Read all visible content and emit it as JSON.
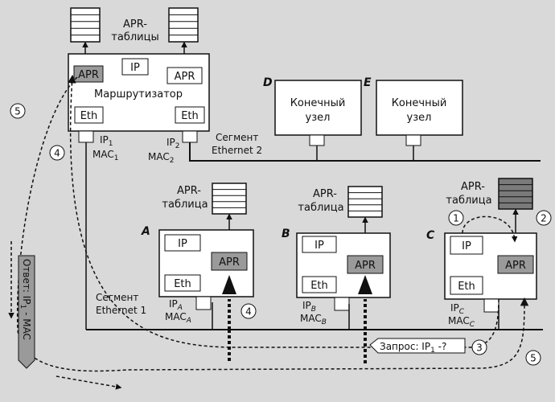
{
  "router": {
    "arp_tables_label_1": "APR-",
    "arp_tables_label_2": "таблицы",
    "arp_left": "APR",
    "arp_right": "APR",
    "ip": "IP",
    "name": "Маршрутизатор",
    "eth_left": "Eth",
    "eth_right": "Eth",
    "port1_ip": "IP",
    "port1_ip_sub": "1",
    "port1_mac": "MAC",
    "port1_mac_sub": "1",
    "port2_ip": "IP",
    "port2_ip_sub": "2",
    "port2_mac": "MAC",
    "port2_mac_sub": "2"
  },
  "segments": {
    "seg2_line1": "Сегмент",
    "seg2_line2": "Ethernet 2",
    "seg1_line1": "Сегмент",
    "seg1_line2": "Ethernet 1"
  },
  "endnodes": [
    {
      "letter": "D",
      "line1": "Конечный",
      "line2": "узел"
    },
    {
      "letter": "E",
      "line1": "Конечный",
      "line2": "узел"
    }
  ],
  "hosts": [
    {
      "letter": "A",
      "table1": "APR-",
      "table2": "таблица",
      "ip": "IP",
      "eth": "Eth",
      "arp": "APR",
      "port_ip": "IP",
      "port_ip_sub": "A",
      "port_mac": "MAC",
      "port_mac_sub": "A"
    },
    {
      "letter": "B",
      "table1": "APR-",
      "table2": "таблица",
      "ip": "IP",
      "eth": "Eth",
      "arp": "APR",
      "port_ip": "IP",
      "port_ip_sub": "B",
      "port_mac": "MAC",
      "port_mac_sub": "B"
    },
    {
      "letter": "C",
      "table1": "APR-",
      "table2": "таблица",
      "ip": "IP",
      "eth": "Eth",
      "arp": "APR",
      "port_ip": "IP",
      "port_ip_sub": "C",
      "port_mac": "MAC",
      "port_mac_sub": "C"
    }
  ],
  "steps": {
    "s1": "1",
    "s2": "2",
    "s3": "3",
    "s4": "4",
    "s5": "5"
  },
  "request_label": "Запрос: IP",
  "request_sub": "1",
  "request_tail": " -?",
  "response_label": "Ответ: IP",
  "response_sub": "1",
  "response_tail": " - MAC",
  "colors": {
    "arp_fill": "#9a9a9a",
    "filled_table": "#7a7a7a",
    "box_fill": "#ffffff",
    "line": "#111111"
  }
}
